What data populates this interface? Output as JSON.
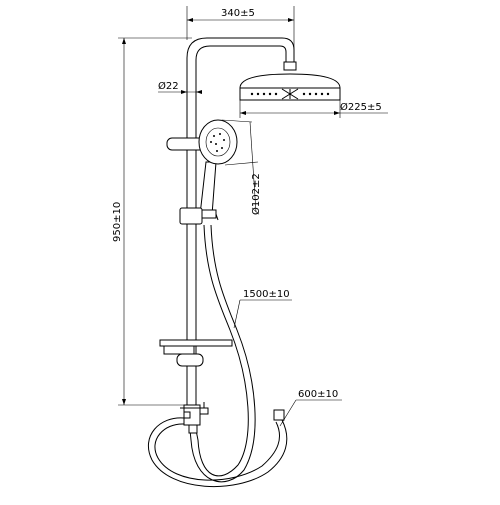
{
  "dimensions": {
    "top_width": "340±5",
    "pipe_diameter": "Ø22",
    "head_diameter": "Ø225±5",
    "hand_diameter": "Ø102±2",
    "height": "950±10",
    "hose_long": "1500±10",
    "hose_short": "600±10"
  }
}
